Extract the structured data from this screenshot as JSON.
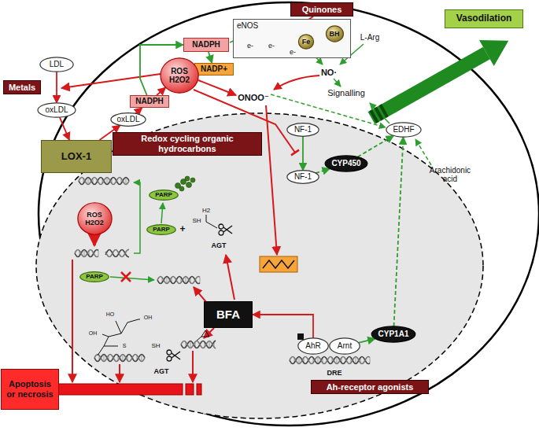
{
  "diagram": {
    "nodes": [
      {
        "text": [
          "Quinones"
        ]
      },
      {
        "text": [
          "NADPH"
        ]
      },
      {
        "text": [
          "NADP+"
        ]
      },
      {
        "text": [
          "eNOS"
        ]
      },
      {
        "text": [
          "Fe"
        ],
        "in": 3
      },
      {
        "text": [
          "BH"
        ],
        "in": 3
      },
      {
        "text": [
          "Vasodilation"
        ]
      },
      {
        "text": [
          "LDL"
        ]
      },
      {
        "text": [
          "Metals"
        ]
      },
      {
        "text": [
          "oxLDL"
        ]
      },
      {
        "text": [
          "LOX-1"
        ]
      },
      {
        "text": [
          "oxLDL"
        ]
      },
      {
        "text": [
          "NADPH"
        ]
      },
      {
        "text": [
          "ROS H2O2"
        ]
      },
      {
        "text": [
          "Redox cycling organic hydrocarbons"
        ]
      },
      {
        "text": [
          "NF-1"
        ]
      },
      {
        "text": [
          "NF-1"
        ]
      },
      {
        "text": [
          "CYP450"
        ]
      },
      {
        "text": [
          "EDHF"
        ]
      },
      {
        "text": [
          "ROS H2O2"
        ]
      },
      {
        "text": [
          "PARP"
        ]
      },
      {
        "text": [
          "PARP"
        ]
      },
      {
        "text": [
          "PARP"
        ]
      },
      {
        "text": [
          "BFA"
        ]
      },
      {
        "text": [
          "AhR"
        ]
      },
      {
        "text": [
          "Arnt"
        ]
      },
      {
        "text": [
          "CYP1A1"
        ]
      },
      {
        "text": [
          "Ah-receptor agonists"
        ]
      },
      {
        "text": [
          "Apoptosis or necrosis"
        ]
      }
    ],
    "edges": [
      {
        "from": 7,
        "to": 9,
        "arrow": "to"
      },
      {
        "from": 9,
        "to": 10,
        "arrow": "to"
      },
      {
        "from": 10,
        "to": 11,
        "arrow": "to"
      },
      {
        "from": 11,
        "to": 12,
        "arrow": "to"
      },
      {
        "from": 12,
        "to": 13,
        "arrow": "to"
      },
      {
        "from": 12,
        "to": 1,
        "arrow": "to"
      },
      {
        "from": 1,
        "to": 2,
        "arrow": "to"
      },
      {
        "from": 15,
        "to": 16,
        "arrow": "to"
      },
      {
        "from": 16,
        "to": 17,
        "arrow": "to"
      },
      {
        "from": 17,
        "to": 18,
        "arrow": "to"
      },
      {
        "from": 26,
        "to": 18,
        "arrow": "to"
      },
      {
        "from": 25,
        "to": 26,
        "arrow": "to"
      },
      {
        "from": 24,
        "to": 23,
        "arrow": "to"
      }
    ],
    "labels": [
      "e-",
      "e-",
      "e-",
      "L-Arg",
      "NO·",
      "Signalling",
      "ONOO⁻",
      "Arachidonic acid",
      "+",
      "H2",
      "SH",
      "AGT",
      "HO",
      "OH",
      "OH",
      "S",
      "O",
      "SH",
      "AGT",
      "DRE"
    ]
  }
}
